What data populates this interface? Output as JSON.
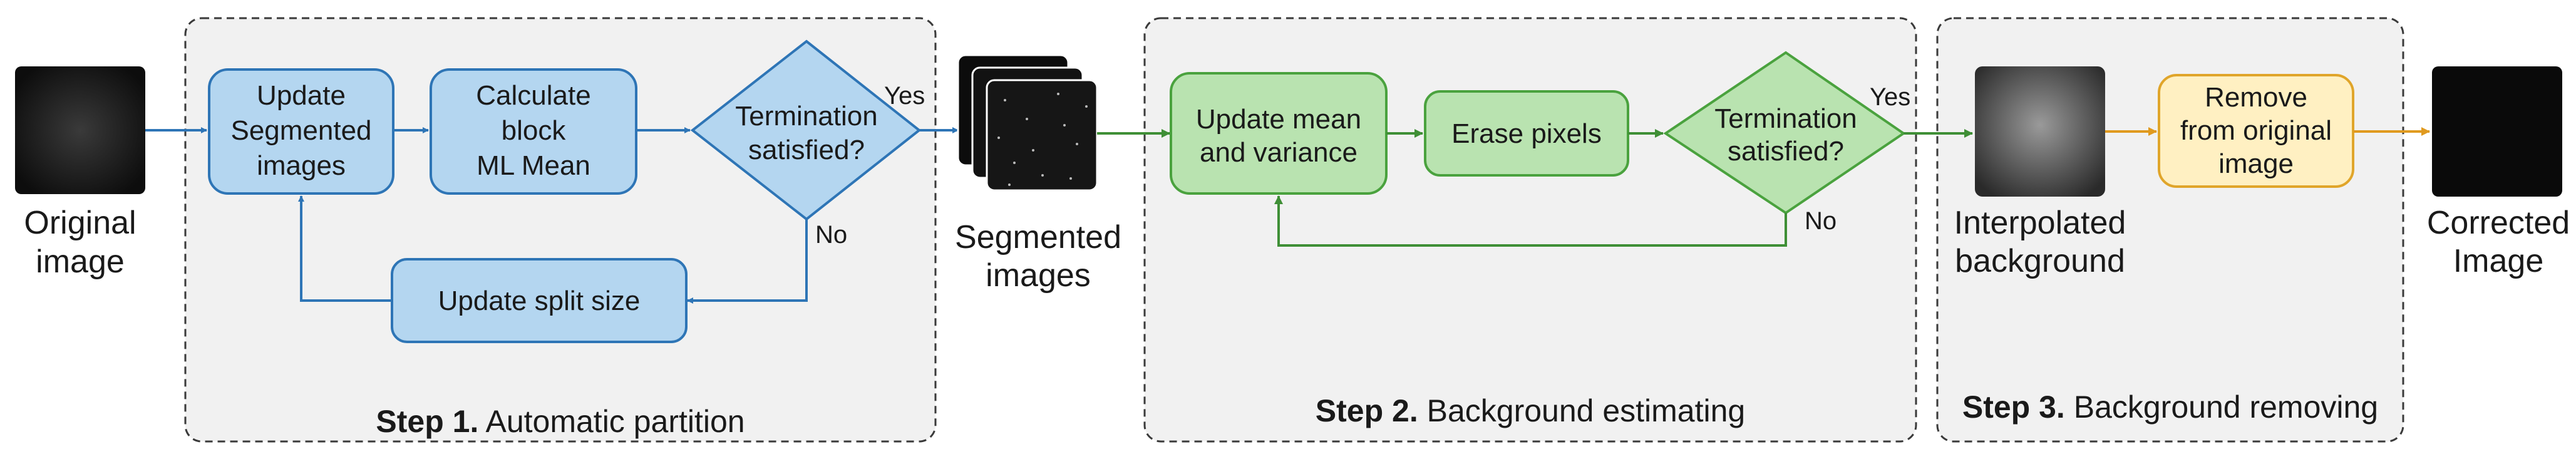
{
  "original_image": {
    "caption_line1": "Original",
    "caption_line2": "image"
  },
  "step1": {
    "title_bold": "Step 1.",
    "title_rest": " Automatic partition",
    "nodes": {
      "update_segmented": [
        "Update",
        "Segmented",
        "images"
      ],
      "calc_block": [
        "Calculate",
        "block",
        "ML Mean"
      ],
      "termination": [
        "Termination",
        "satisfied?"
      ],
      "update_split": [
        "Update split size"
      ]
    },
    "yes": "Yes",
    "no": "No"
  },
  "segmented_images": {
    "caption_line1": "Segmented",
    "caption_line2": "images"
  },
  "step2": {
    "title_bold": "Step 2.",
    "title_rest": " Background estimating",
    "nodes": {
      "update_mean": [
        "Update mean",
        "and variance"
      ],
      "erase": [
        "Erase pixels"
      ],
      "termination": [
        "Termination",
        "satisfied?"
      ]
    },
    "yes": "Yes",
    "no": "No"
  },
  "step3": {
    "title_bold": "Step 3.",
    "title_rest": " Background removing",
    "interpolated": {
      "caption_line1": "Interpolated",
      "caption_line2": "background"
    },
    "remove": [
      "Remove",
      "from original",
      "image"
    ]
  },
  "corrected": {
    "caption_line1": "Corrected",
    "caption_line2": "Image"
  },
  "colors": {
    "blue_fill": "#b4d6f0",
    "blue_stroke": "#2e75b6",
    "blue_arrow": "#2e75b6",
    "green_fill": "#b9e3b0",
    "green_stroke": "#4aa23e",
    "green_arrow": "#3f8f36",
    "yellow_fill": "#fff0c2",
    "yellow_stroke": "#e0a52a",
    "orange_arrow": "#e09a1f",
    "panel_fill": "#f1f1f1",
    "panel_stroke": "#3a3a3a"
  }
}
